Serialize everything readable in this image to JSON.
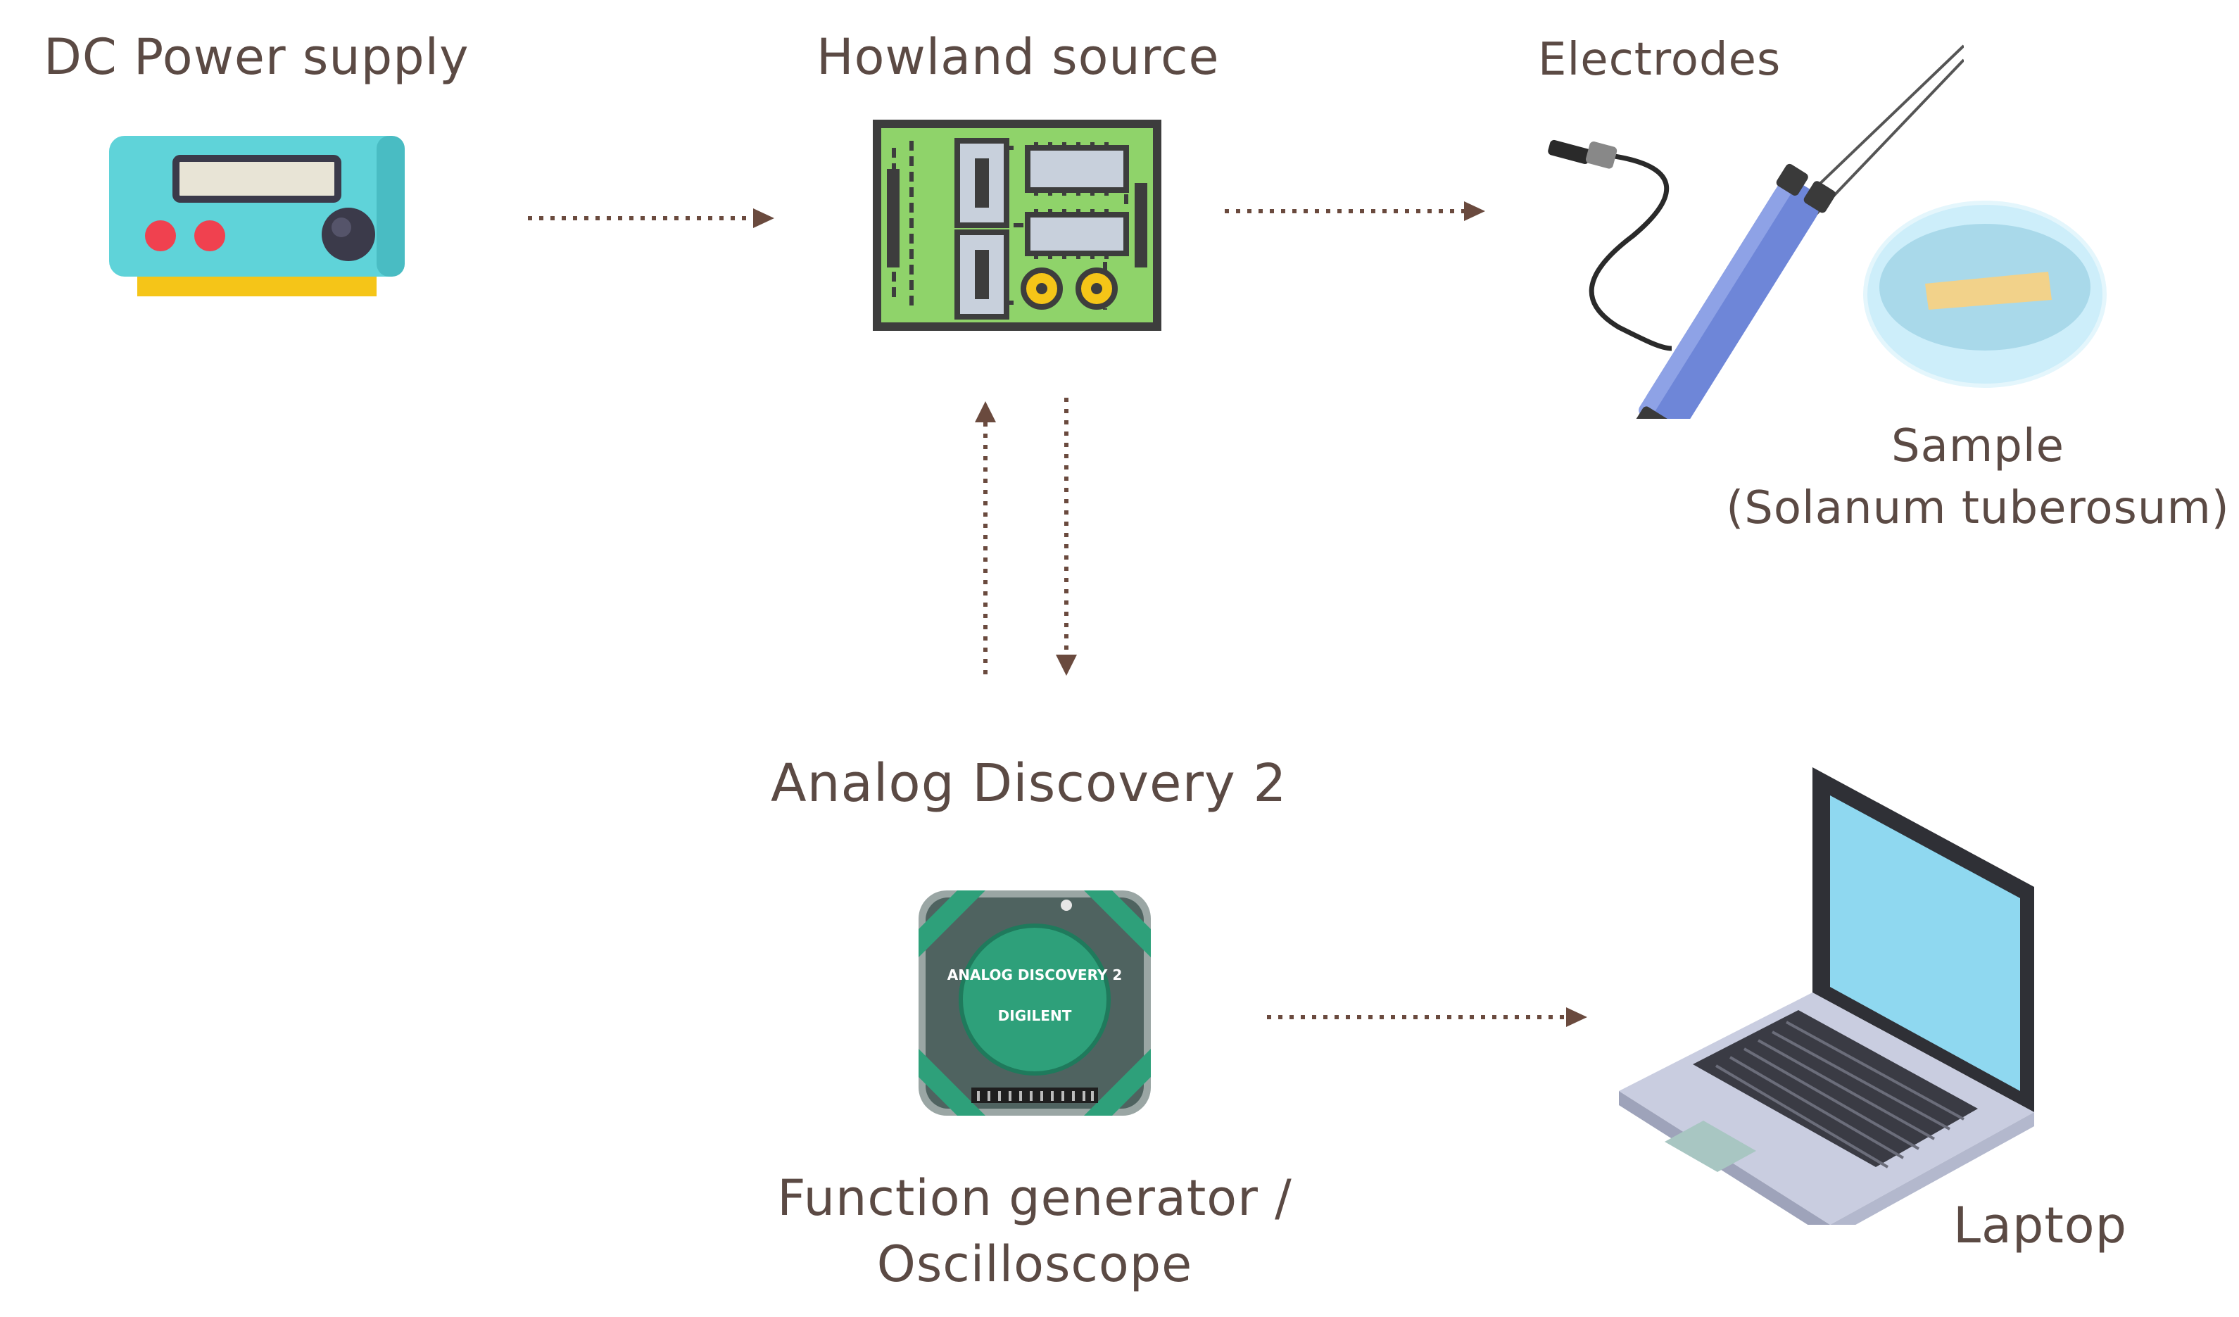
{
  "labels": {
    "dc_power_supply": "DC Power supply",
    "howland_source": "Howland source",
    "electrodes": "Electrodes",
    "sample_line1": "Sample",
    "sample_line2": "(Solanum tuberosum)",
    "analog_discovery": "Analog Discovery 2",
    "function_line1": "Function generator /",
    "function_line2": "Oscilloscope",
    "laptop": "Laptop"
  },
  "device_markings": {
    "analog_discovery_logo": "ANALOG DISCOVERY 2",
    "digilent": "DIGILENT"
  },
  "colors": {
    "text": "#5b4a44",
    "arrow": "#6a4a3e",
    "power_body": "#5fd3d9",
    "power_base": "#f5c518",
    "power_knob": "#3b3a4a",
    "power_buttons": "#f0414f",
    "pcb_green": "#8fd36a",
    "pcb_outline": "#3d3d3d",
    "electrode_blue": "#6e86d8",
    "dish": "#bfe7f5",
    "sample_slice": "#f2d28a",
    "laptop_screen": "#8fd8f0",
    "laptop_body": "#c9cde0",
    "laptop_bezel": "#2f3036",
    "ad2_green": "#2ea07a"
  }
}
